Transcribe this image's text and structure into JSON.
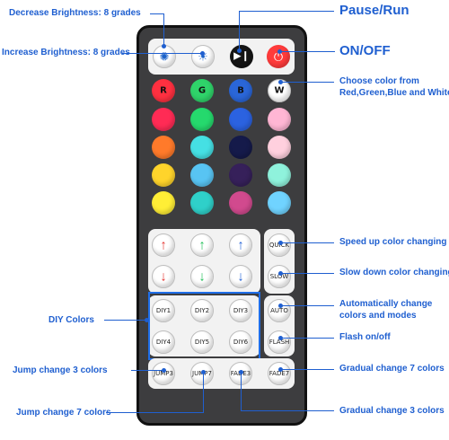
{
  "callouts": {
    "decrease_brightness": "Decrease Brightness: 8 grades",
    "increase_brightness": "Increase Brightness: 8 grades",
    "pause_run": "Pause/Run",
    "on_off": "ON/OFF",
    "choose_color_line1": "Choose color from",
    "choose_color_line2": "Red,Green,Blue and White",
    "speed_up": "Speed up color changing",
    "slow_down": "Slow down color changing",
    "auto_line1": "Automatically change",
    "auto_line2": "colors and modes",
    "flash": "Flash on/off",
    "diy_colors": "DIY Colors",
    "jump3": "Jump change 3 colors",
    "fade7": "Gradual change 7 colors",
    "jump7": "Jump change 7 colors",
    "fade3": "Gradual change 3 colors"
  },
  "remote": {
    "top_buttons": {
      "dim_icon": "sun-dim-icon",
      "bright_icon": "sun-bright-icon",
      "play_icon": "play-pause-icon",
      "power_icon": "power-icon",
      "power_color": "#ff3b3b",
      "play_color": "#151515"
    },
    "rgbw_labels": [
      "R",
      "G",
      "B",
      "W"
    ],
    "rgbw_colors": [
      "#ff3040",
      "#2fd36a",
      "#2a66d8",
      "#ffffff"
    ],
    "color_grid": [
      [
        "#ff2b55",
        "#25d96d",
        "#2b62e0",
        "#ffb6d4"
      ],
      [
        "#ff7a2a",
        "#45e0e4",
        "#151a4a",
        "#ffd0de"
      ],
      [
        "#ffd42b",
        "#58c4f3",
        "#36205a",
        "#8ff2dc"
      ],
      [
        "#ffee36",
        "#2fd0c9",
        "#d14a8e",
        "#70d3ff"
      ]
    ],
    "arrow_labels": [
      "↑",
      "↑",
      "↑",
      "↓",
      "↓",
      "↓"
    ],
    "arrow_colors": [
      "#e53935",
      "#24c05a",
      "#2a66d8",
      "#e53935",
      "#24c05a",
      "#2a66d8"
    ],
    "side_buttons": [
      "QUICK",
      "SLOW",
      "AUTO",
      "FLASH"
    ],
    "diy_buttons": [
      "DIY1",
      "DIY2",
      "DIY3",
      "DIY4",
      "DIY5",
      "DIY6"
    ],
    "bottom_buttons": [
      "JUMP3",
      "JUMP7",
      "FADE3",
      "FADE7"
    ],
    "accent": "#1f6ee8"
  }
}
